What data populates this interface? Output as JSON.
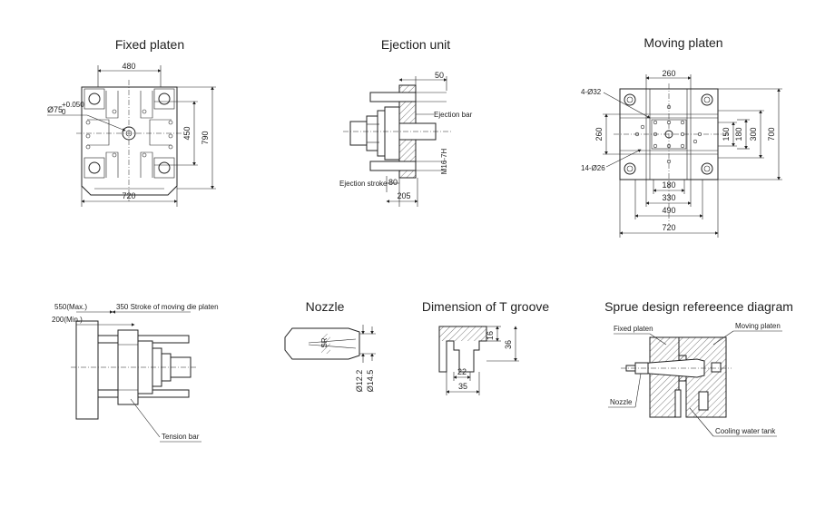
{
  "fixed_platen": {
    "title": "Fixed platen",
    "dim_480": "480",
    "dim_450": "450",
    "dim_790": "790",
    "dim_720": "720",
    "bore_dia": "Ø75",
    "bore_tol_upper": "+0.050",
    "bore_tol_lower": "0"
  },
  "ejection_unit": {
    "title": "Ejection unit",
    "dim_50": "50",
    "ejection_bar": "Ejection bar",
    "thread": "M16-7H",
    "ejection_stroke": "Ejection stroke",
    "dim_80": "80",
    "dim_205": "205"
  },
  "moving_platen": {
    "title": "Moving platen",
    "dim_260_top": "260",
    "holes_32": "4-Ø32",
    "dim_260_left": "260",
    "holes_26": "14-Ø26",
    "dim_150": "150",
    "dim_180_v": "180",
    "dim_300": "300",
    "dim_700": "700",
    "dim_180_h": "180",
    "dim_330": "330",
    "dim_490": "490",
    "dim_720": "720"
  },
  "side_view": {
    "max_stroke": "550(Max.)",
    "min_stroke": "200(Min.)",
    "stroke_label": "350 Stroke of moving die platen",
    "tension_bar": "Tension bar"
  },
  "nozzle": {
    "title": "Nozzle",
    "sr": "SR",
    "dia_12_2": "Ø12.2",
    "dia_14_5": "Ø14.5"
  },
  "t_groove": {
    "title": "Dimension of T groove",
    "dim_16": "16",
    "dim_36": "36",
    "dim_22": "22",
    "dim_35": "35"
  },
  "sprue": {
    "title": "Sprue design refereence diagram",
    "fixed_platen": "Fixed platen",
    "moving_platen": "Moving platen",
    "nozzle": "Nozzle",
    "cooling_tank": "Cooling water tank"
  }
}
